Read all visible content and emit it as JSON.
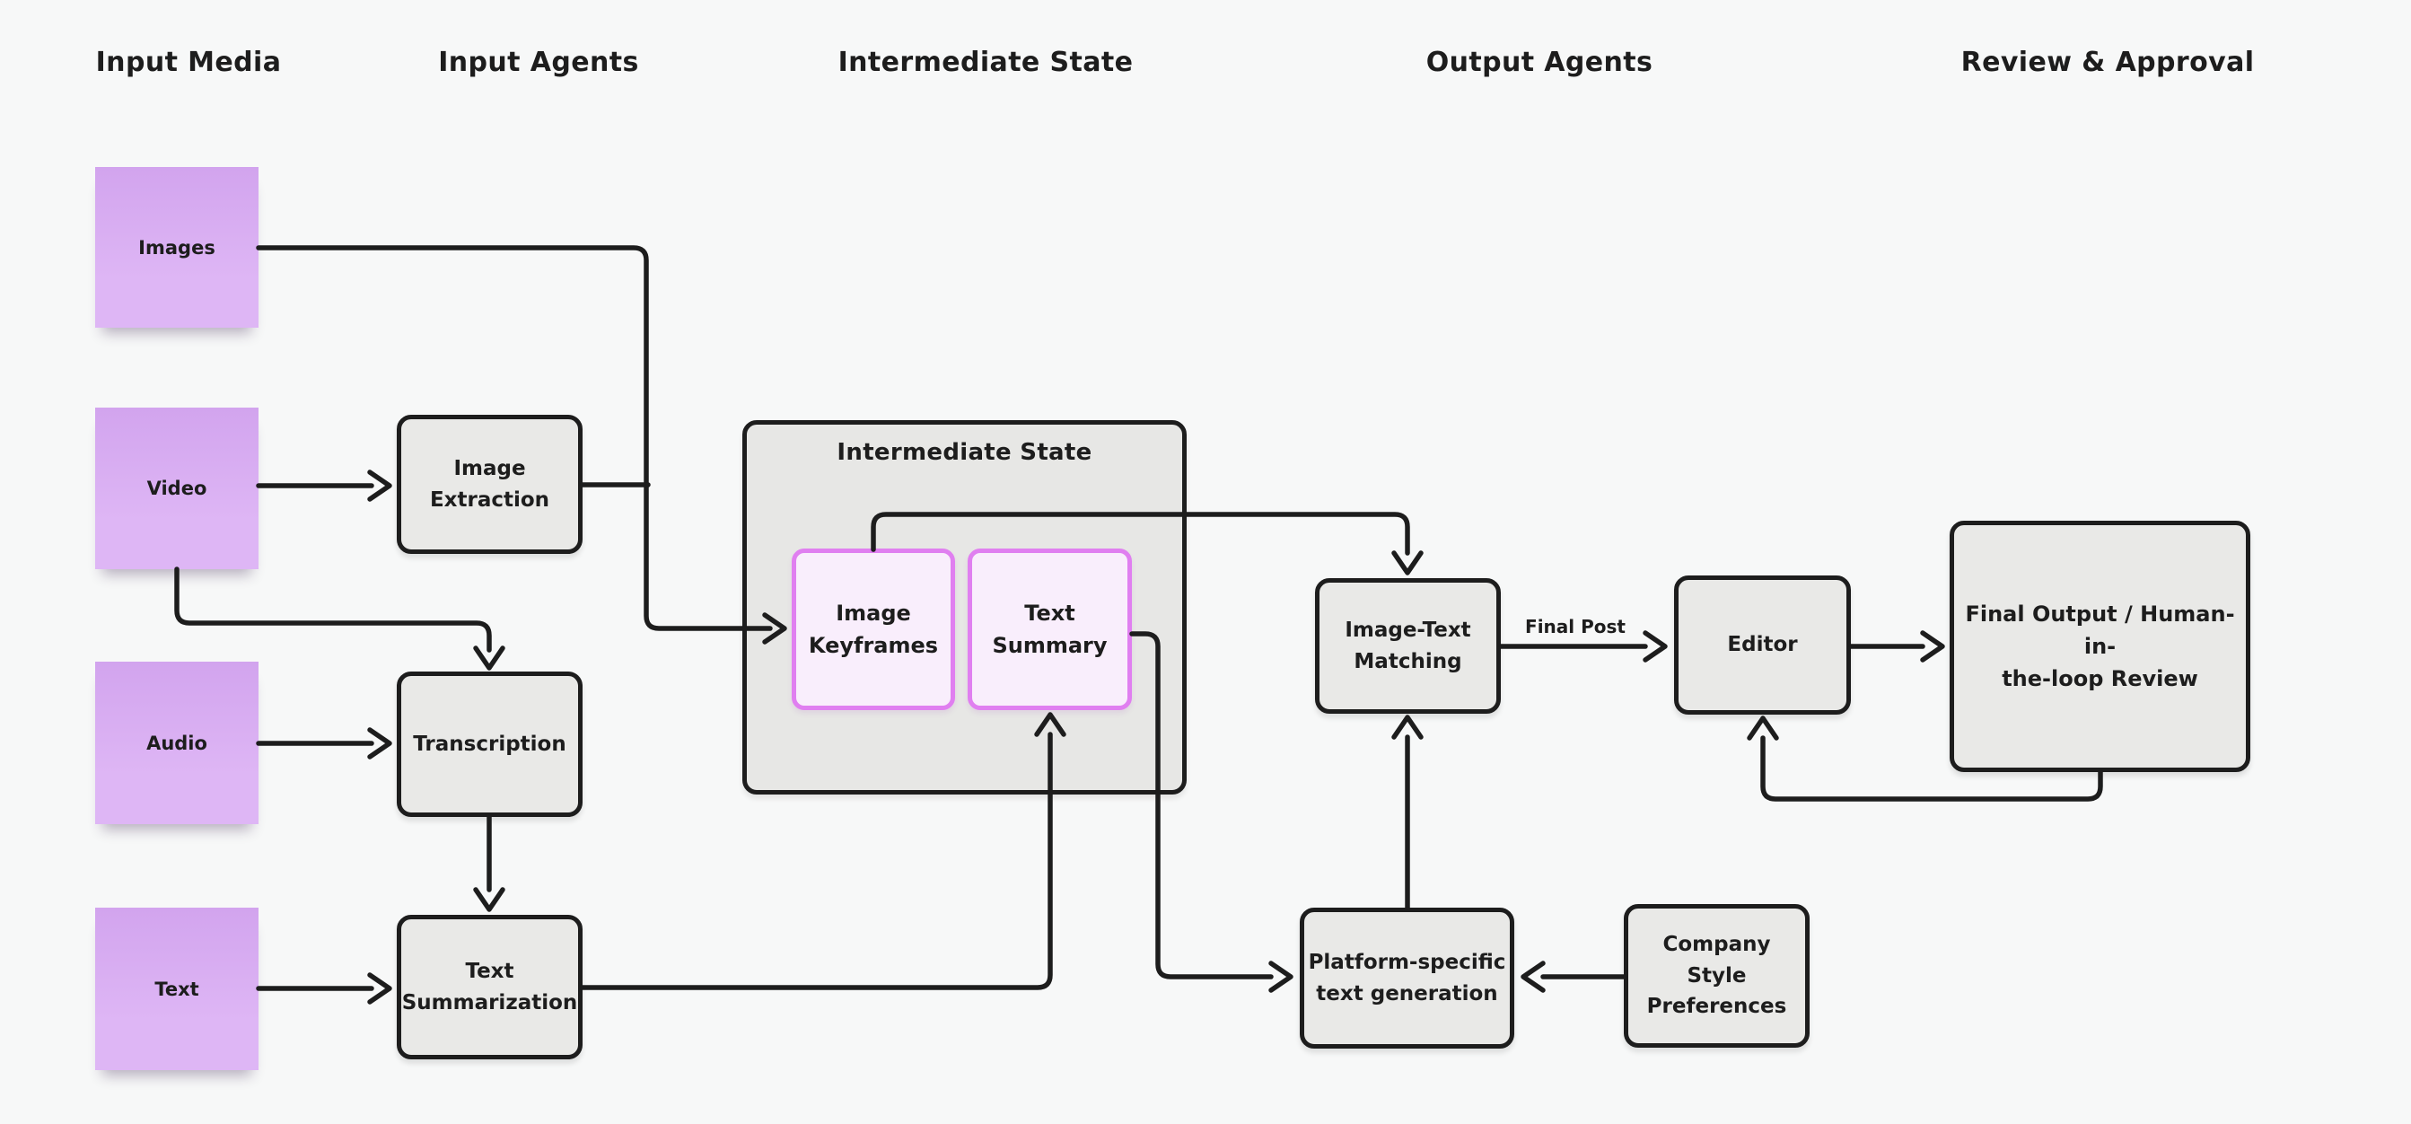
{
  "headings": {
    "input_media": "Input Media",
    "input_agents": "Input Agents",
    "intermediate_state": "Intermediate State",
    "output_agents": "Output Agents",
    "review_approval": "Review & Approval"
  },
  "stickies": {
    "images": "Images",
    "video": "Video",
    "audio": "Audio",
    "text": "Text"
  },
  "agents": {
    "image_extraction": "Image\nExtraction",
    "transcription": "Transcription",
    "text_summarization": "Text\nSummarization",
    "image_text_matching": "Image-Text\nMatching",
    "editor": "Editor",
    "platform_specific": "Platform-specific\ntext generation",
    "company_style": "Company\nStyle\nPreferences",
    "final_output": "Final Output / Human-in-\nthe-loop Review"
  },
  "intermediate": {
    "container_label": "Intermediate State",
    "image_keyframes": "Image\nKeyframes",
    "text_summary": "Text\nSummary"
  },
  "labels": {
    "final_post": "Final Post"
  },
  "edges": [
    {
      "from": "images",
      "to": "image_keyframes"
    },
    {
      "from": "image_extraction",
      "to": "image_keyframes"
    },
    {
      "from": "video",
      "to": "image_extraction"
    },
    {
      "from": "video",
      "to": "transcription"
    },
    {
      "from": "audio",
      "to": "transcription"
    },
    {
      "from": "text",
      "to": "text_summarization"
    },
    {
      "from": "transcription",
      "to": "text_summarization"
    },
    {
      "from": "text_summarization",
      "to": "text_summary"
    },
    {
      "from": "image_keyframes",
      "to": "image_text_matching"
    },
    {
      "from": "text_summary",
      "to": "platform_specific"
    },
    {
      "from": "platform_specific",
      "to": "image_text_matching"
    },
    {
      "from": "image_text_matching",
      "to": "editor",
      "label": "Final Post"
    },
    {
      "from": "company_style",
      "to": "platform_specific"
    },
    {
      "from": "editor",
      "to": "final_output"
    },
    {
      "from": "final_output",
      "to": "editor"
    }
  ],
  "colors": {
    "background": "#f7f8f8",
    "ink": "#1d1d1d",
    "box_fill": "#e9e9e7",
    "container_fill": "#e7e7e5",
    "sticky_fill_top": "#d2a4ee",
    "sticky_fill_bottom": "#deb6f5",
    "pink_fill": "#f9eefc",
    "pink_border": "#e07ff0"
  }
}
